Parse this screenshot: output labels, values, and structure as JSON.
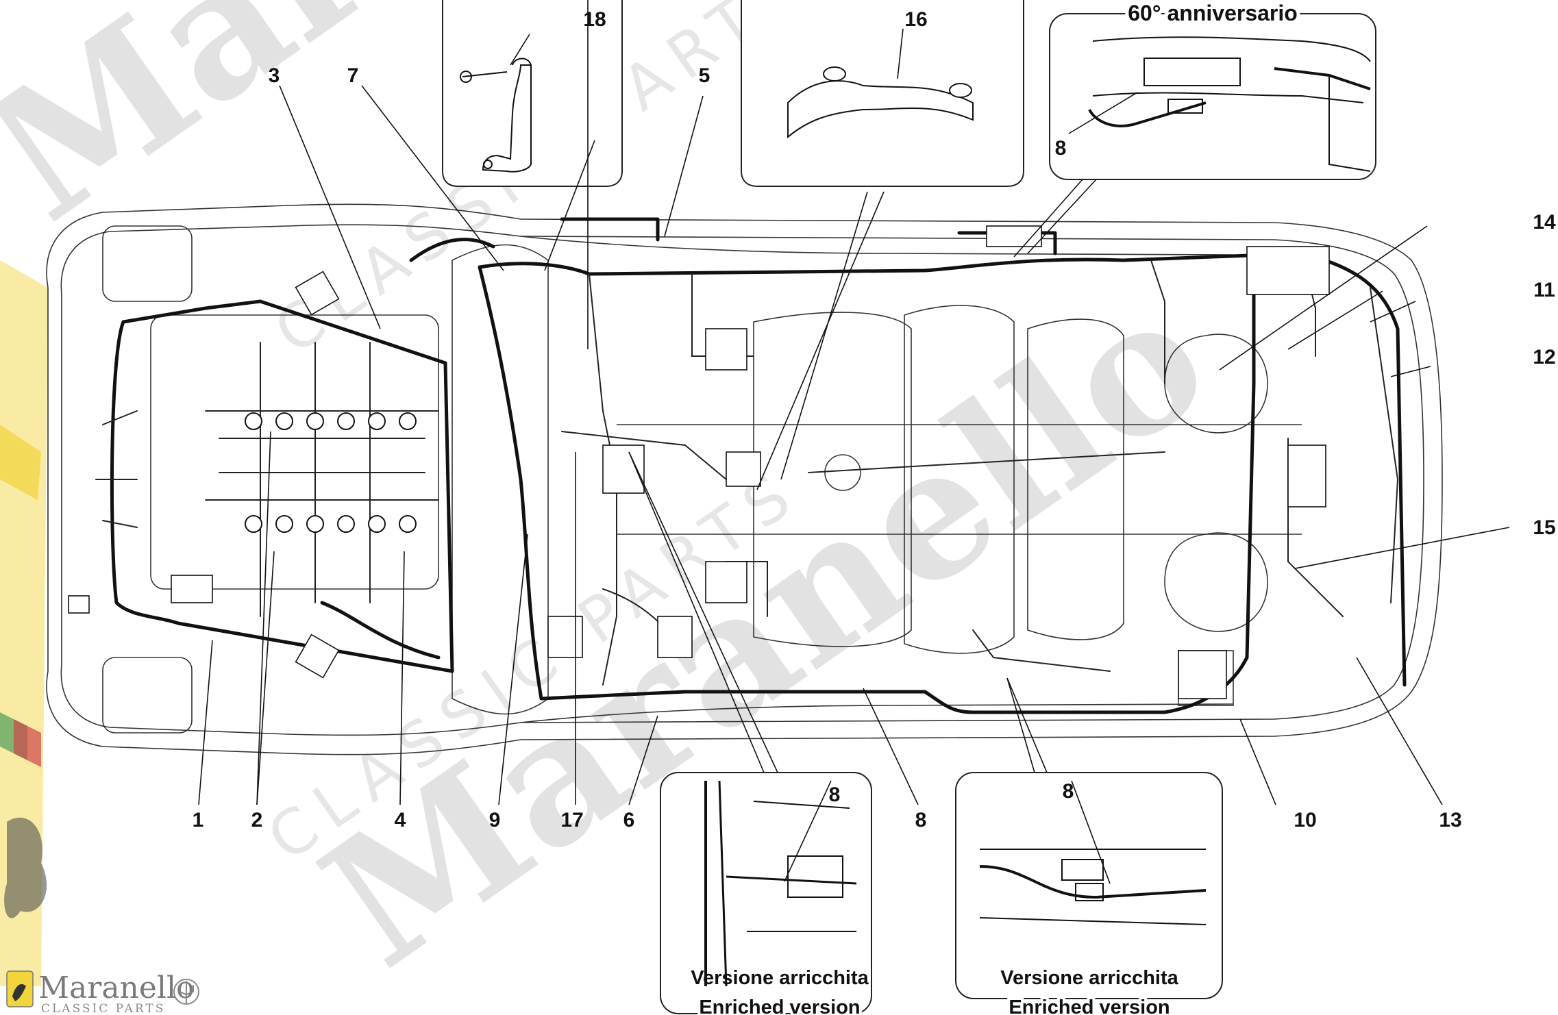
{
  "callouts": [
    "1",
    "2",
    "3",
    "4",
    "5",
    "6",
    "7",
    "8",
    "9",
    "10",
    "11",
    "12",
    "13",
    "14",
    "15",
    "16",
    "17",
    "18"
  ],
  "insets": {
    "anniversary_title": "60° anniversario",
    "anniversary_callout": "8",
    "enriched_left_callout": "8",
    "enriched_right_callout": "8",
    "enriched_it": "Versione arricchita",
    "enriched_en": "Enriched version"
  },
  "watermark": {
    "word": "Maranello",
    "sub": "CLASSIC PARTS"
  },
  "logo": {
    "name": "Maranello",
    "sub": "CLASSIC PARTS"
  },
  "colors": {
    "ink": "#111111",
    "watermark": "#d9d9d9",
    "badge_yellow": "#f2d43b",
    "flag_green": "#2e8b3a",
    "flag_red": "#c8262c"
  }
}
